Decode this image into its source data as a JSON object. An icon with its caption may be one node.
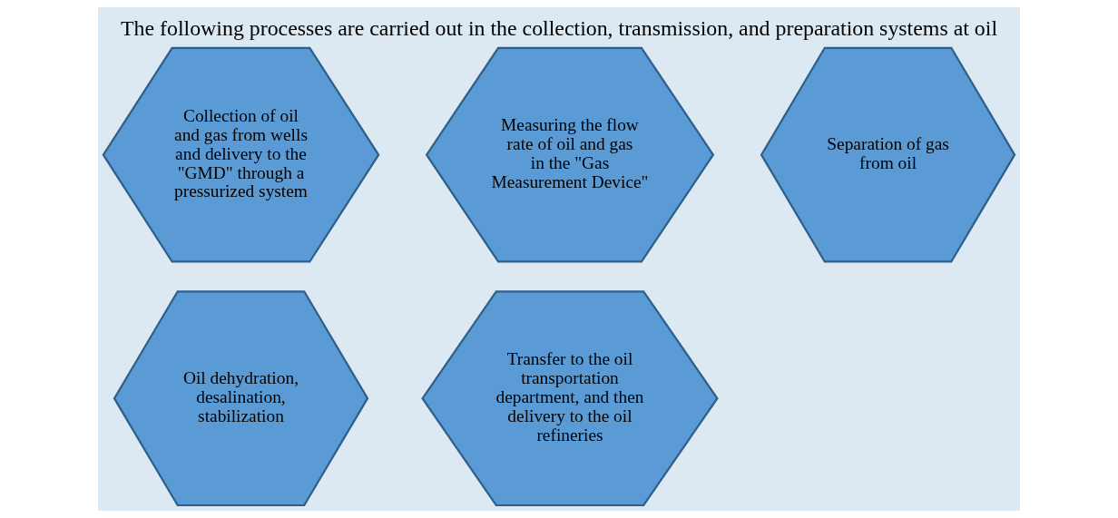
{
  "diagram": {
    "title": "The following processes are carried out in the collection, transmission, and preparation systems at oil",
    "nodes": [
      {
        "text": [
          "Collection of oil and gas from wells and delivery to the \"GMD\" through a pressurized system"
        ]
      },
      {
        "text": [
          "Measuring the flow rate of oil and gas in the \"Gas Measurement Device\""
        ]
      },
      {
        "text": [
          "Separation of gas from oil"
        ]
      },
      {
        "text": [
          "Oil dehydration, desalination, stabilization"
        ]
      },
      {
        "text": [
          "Transfer to the oil transportation department, and then delivery to the oil refineries"
        ]
      }
    ],
    "edges": []
  }
}
